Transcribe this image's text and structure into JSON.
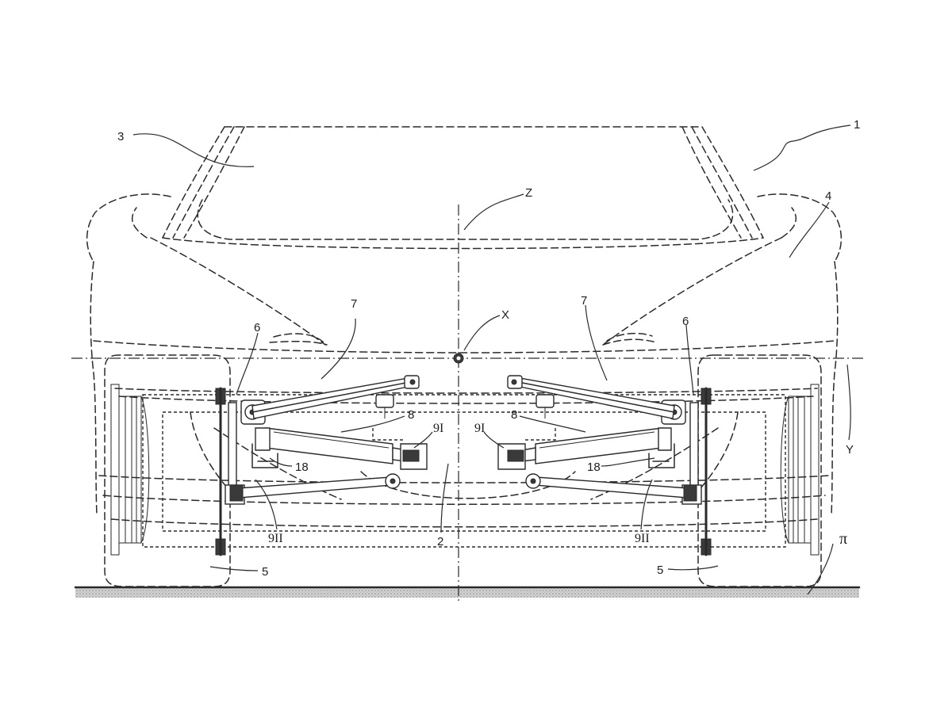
{
  "labels": {
    "vehicle": "1",
    "frame": "2",
    "windshield": "3",
    "body": "4",
    "wheel": "5",
    "upright": "6",
    "upper_arm": "7",
    "actuator": "8",
    "joint_upper": "9I",
    "joint_lower": "9II",
    "bracket": "18",
    "axis_x": "X",
    "axis_y": "Y",
    "axis_z": "Z",
    "ground": "π"
  },
  "colors": {
    "line": "#2a2a2a",
    "background": "#ffffff",
    "ground_hatch": "#9a9a9a"
  }
}
